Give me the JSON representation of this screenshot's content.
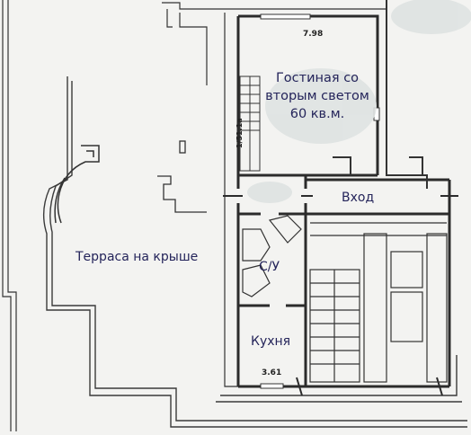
{
  "rooms": {
    "living": {
      "line1": "Гостиная со",
      "line2": "вторым светом",
      "line3": "60 кв.м."
    },
    "entrance": "Вход",
    "terrace": "Терраса на крыше",
    "bathroom": "С/У",
    "kitchen": "Кухня"
  },
  "dimensions": {
    "top": "7.98",
    "kitchen_width": "3.61",
    "stair_mark": "1/51.1a"
  },
  "colors": {
    "background": "#f3f3f1",
    "walls": "#2b2b2b",
    "label_text": "#24245a",
    "blur_patch": "#dfe3e2"
  }
}
